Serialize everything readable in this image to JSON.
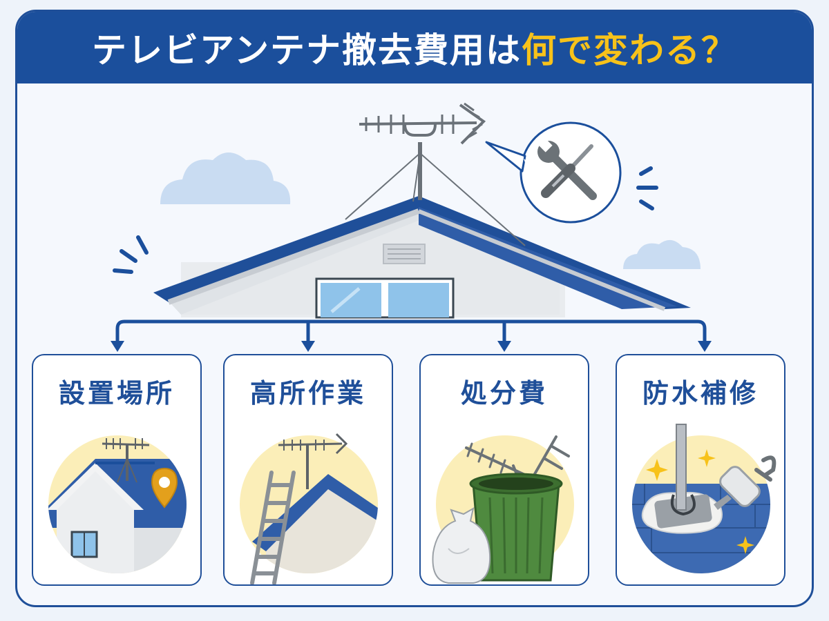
{
  "header": {
    "title_main": "テレビアンテナ撤去費用は",
    "title_highlight": "何で変わる？"
  },
  "cards": [
    {
      "label": "設置場所",
      "icon": "map-pin-icon"
    },
    {
      "label": "高所作業",
      "icon": "ladder-icon"
    },
    {
      "label": "処分費",
      "icon": "trash-bin-icon"
    },
    {
      "label": "防水補修",
      "icon": "caulking-gun-icon"
    }
  ],
  "colors": {
    "brand_blue": "#1b4f9c",
    "highlight_yellow": "#f7c21a",
    "roof_blue": "#2f5da8",
    "circle_cream": "#fbeeb8",
    "bin_green": "#4f8a3f",
    "pin_orange": "#e3a01c"
  }
}
